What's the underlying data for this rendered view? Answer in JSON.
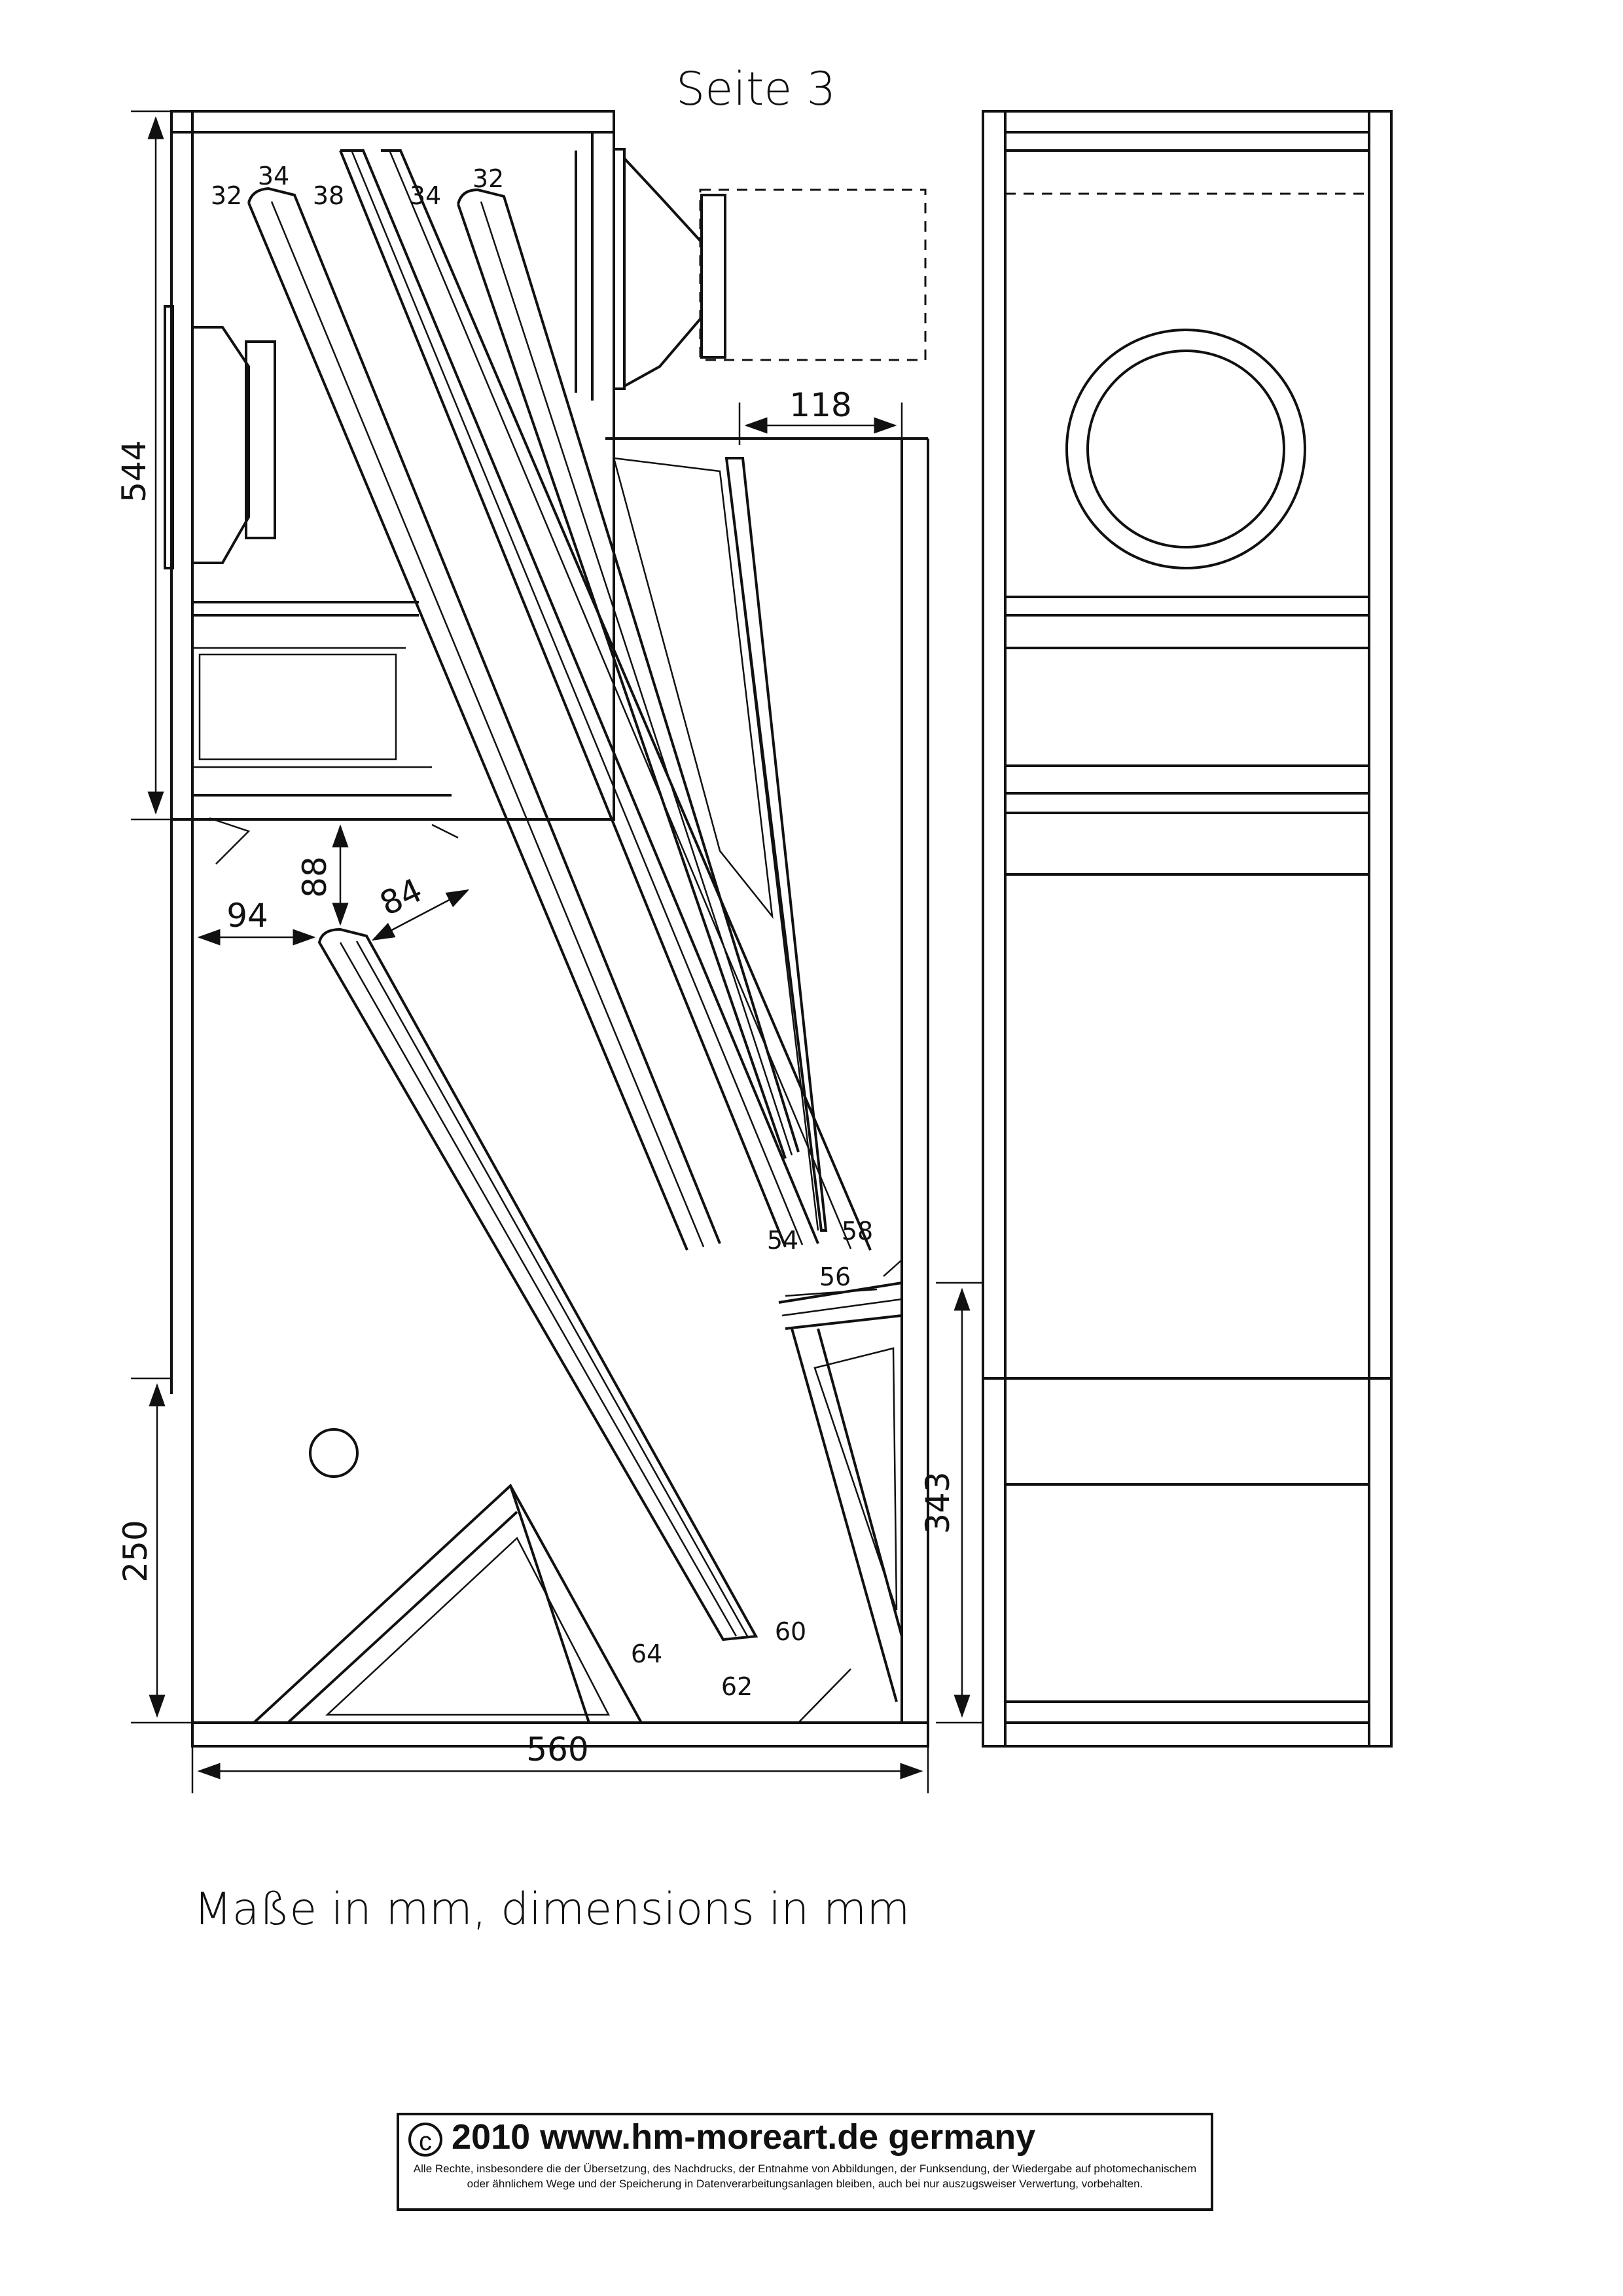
{
  "page_title": "Seite 3",
  "dimensions": {
    "d544": "544",
    "d118": "118",
    "d94": "94",
    "d88": "88",
    "d84": "84",
    "d250": "250",
    "d343": "343",
    "d560": "560"
  },
  "part_labels": {
    "p32a": "32",
    "p34a": "34",
    "p38": "38",
    "p34b": "34",
    "p32b": "32",
    "p54": "54",
    "p58": "58",
    "p56": "56",
    "p60": "60",
    "p62": "62",
    "p64": "64"
  },
  "units_note": "Maße in mm, dimensions in mm",
  "copyright": {
    "symbol": "c",
    "headline": "2010   www.hm-moreart.de   germany",
    "fine_print": "Alle Rechte, insbesondere die der Übersetzung, des Nachdrucks, der Entnahme von Abbildungen, der Funksendung, der Wiedergabe auf photomechanischem oder ähnlichem Wege und der Speicherung in Datenverarbeitungsanlagen bleiben, auch bei nur auszugsweiser Verwertung, vorbehalten."
  }
}
